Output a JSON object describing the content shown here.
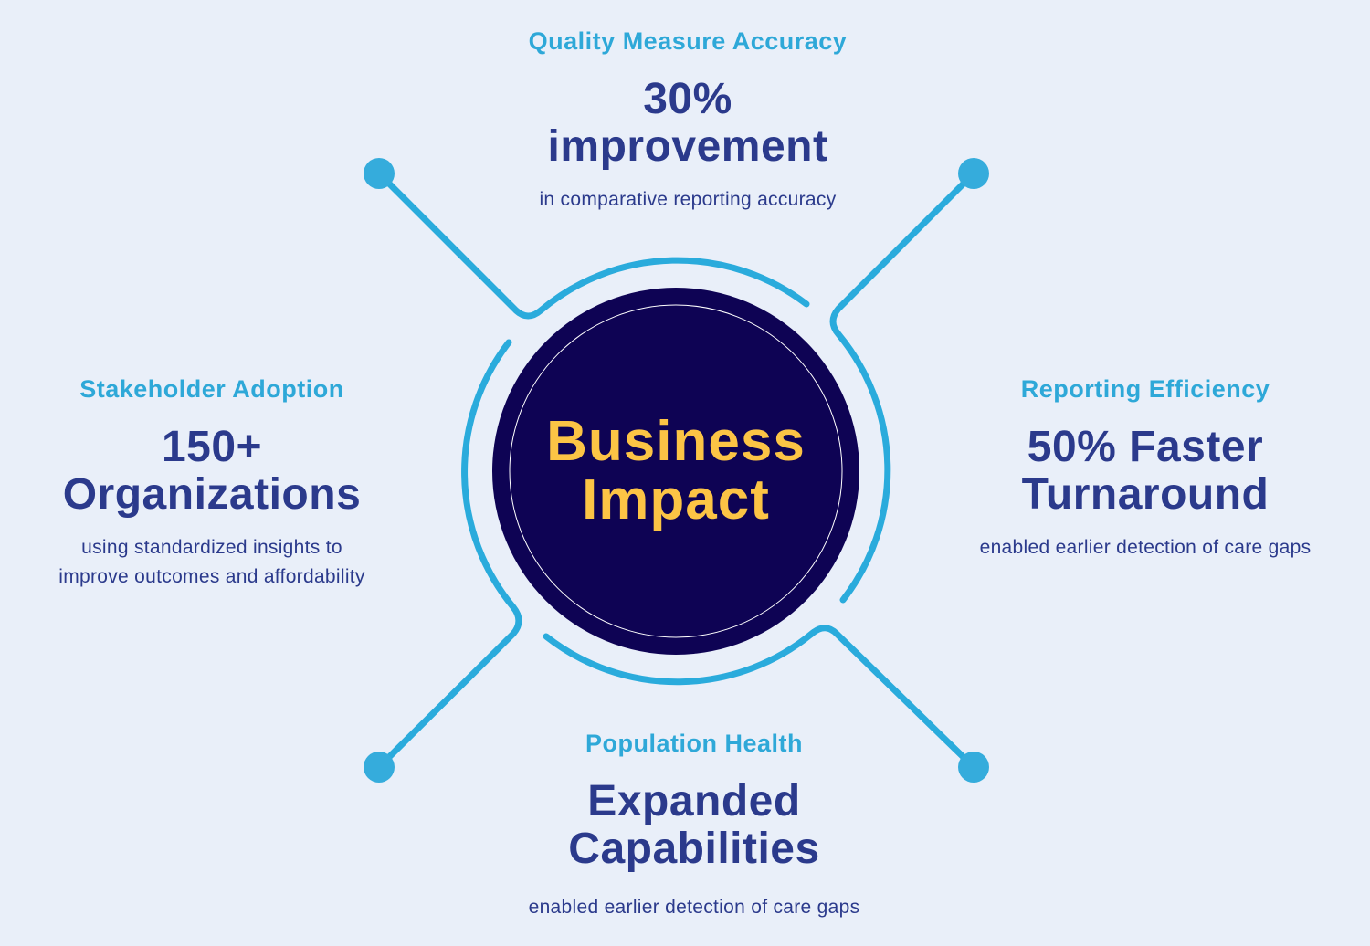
{
  "colors": {
    "background": "#e9eff9",
    "accent": "#2aabdc",
    "heading": "#2b3a8c",
    "core": "#0e0354",
    "core_text": "#fcc445"
  },
  "center": {
    "line1": "Business",
    "line2": "Impact"
  },
  "top": {
    "label": "Quality Measure Accuracy",
    "value_line1": "30%",
    "value_line2": "improvement",
    "desc": "in comparative reporting accuracy"
  },
  "left": {
    "label": "Stakeholder Adoption",
    "value_line1": "150+",
    "value_line2": "Organizations",
    "desc_line1": "using standardized insights to",
    "desc_line2": "improve outcomes and affordability"
  },
  "right": {
    "label": "Reporting Efficiency",
    "value_line1": "50% Faster",
    "value_line2": "Turnaround",
    "desc": "enabled earlier detection of care gaps"
  },
  "bottom": {
    "label": "Population Health",
    "value_line1": "Expanded",
    "value_line2": "Capabilities",
    "desc": "enabled earlier detection of care gaps"
  }
}
